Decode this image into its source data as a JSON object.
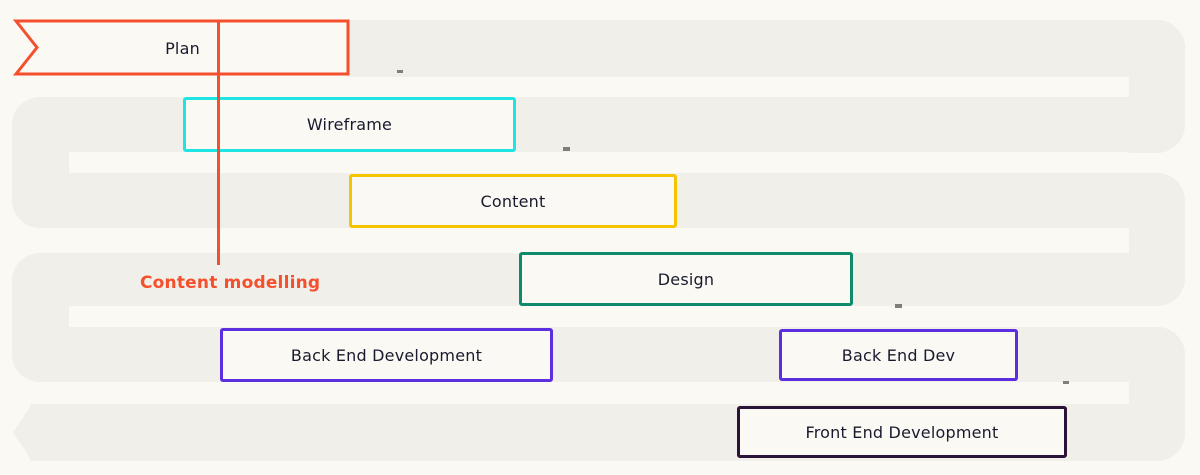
{
  "page": {
    "background_color": "#FAF9F4",
    "track_color": "#F1EFE9",
    "text_color": "#1A1A2E"
  },
  "chart_data": {
    "type": "bar",
    "subtype": "gantt-timeline",
    "title": "",
    "axes": "none",
    "legend": "none",
    "grid": "serpentine track of 6 rows snaking left-to-right, ending in a left-pointing arrow tip",
    "rows": 6,
    "tasks": [
      {
        "label": "Plan",
        "row": 1,
        "start_pct": 0.3,
        "end_pct": 28.7,
        "border_color": "#F4502D",
        "shape": "ribbon-notched-left"
      },
      {
        "label": "Wireframe",
        "row": 2,
        "start_pct": 14.6,
        "end_pct": 43.0,
        "border_color": "#1FE4E4",
        "shape": "rect"
      },
      {
        "label": "Content",
        "row": 3,
        "start_pct": 28.8,
        "end_pct": 56.7,
        "border_color": "#F5C400",
        "shape": "rect"
      },
      {
        "label": "Design",
        "row": 4,
        "start_pct": 43.3,
        "end_pct": 71.8,
        "border_color": "#0E8A6C",
        "shape": "rect"
      },
      {
        "label": "Back End Development",
        "row": 5,
        "start_pct": 17.7,
        "end_pct": 46.2,
        "border_color": "#5B2EE0",
        "shape": "rect"
      },
      {
        "label": "Back End Dev",
        "row": 5,
        "start_pct": 65.4,
        "end_pct": 85.8,
        "border_color": "#5B2EE0",
        "shape": "rect"
      },
      {
        "label": "Front End Development",
        "row": 6,
        "start_pct": 61.9,
        "end_pct": 90.0,
        "border_color": "#2A1238",
        "shape": "rect"
      }
    ],
    "milestone": {
      "label": "Content modelling",
      "x_pct": 17.6,
      "color": "#F4502D",
      "line": "vertical, from top of Plan bar down to label above row 4"
    }
  },
  "artifacts": {
    "note": "four tiny dark specks of unreadable micro-text near row ends"
  }
}
